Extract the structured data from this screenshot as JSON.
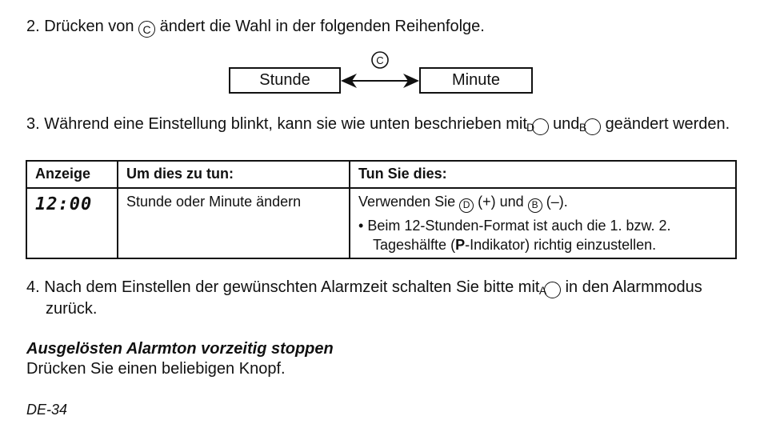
{
  "step2": {
    "number": "2.",
    "text_before": "Drücken von",
    "button": "C",
    "text_after": "ändert die Wahl in der folgenden Reihenfolge."
  },
  "diagram": {
    "box_left": "Stunde",
    "box_right": "Minute",
    "arrow_button": "C"
  },
  "step3": {
    "number": "3.",
    "text_a": "Während eine Einstellung blinkt, kann sie wie unten beschrieben mit",
    "button_1": "D",
    "text_b": "und",
    "button_2": "B",
    "text_c": "geändert werden."
  },
  "table": {
    "headers": [
      "Anzeige",
      "Um dies zu tun:",
      "Tun Sie dies:"
    ],
    "row": {
      "display": "12:00",
      "action": "Stunde oder Minute ändern",
      "instr_a": "Verwenden Sie",
      "instr_btn1": "D",
      "instr_b": "(+) und",
      "instr_btn2": "B",
      "instr_c": "(–).",
      "note_a": "Beim 12-Stunden-Format ist auch die 1. bzw. 2. Tageshälfte (",
      "note_bold": "P",
      "note_b": "-Indikator) richtig einzustellen."
    }
  },
  "step4": {
    "number": "4.",
    "text_a": "Nach dem Einstellen der gewünschten Alarmzeit schalten Sie bitte mit",
    "button": "A",
    "text_b": "in den Alarmmodus zurück."
  },
  "section": {
    "heading": "Ausgelösten Alarmton vorzeitig stoppen",
    "text": "Drücken Sie einen beliebigen Knopf."
  },
  "footer": {
    "page": "DE-34"
  }
}
